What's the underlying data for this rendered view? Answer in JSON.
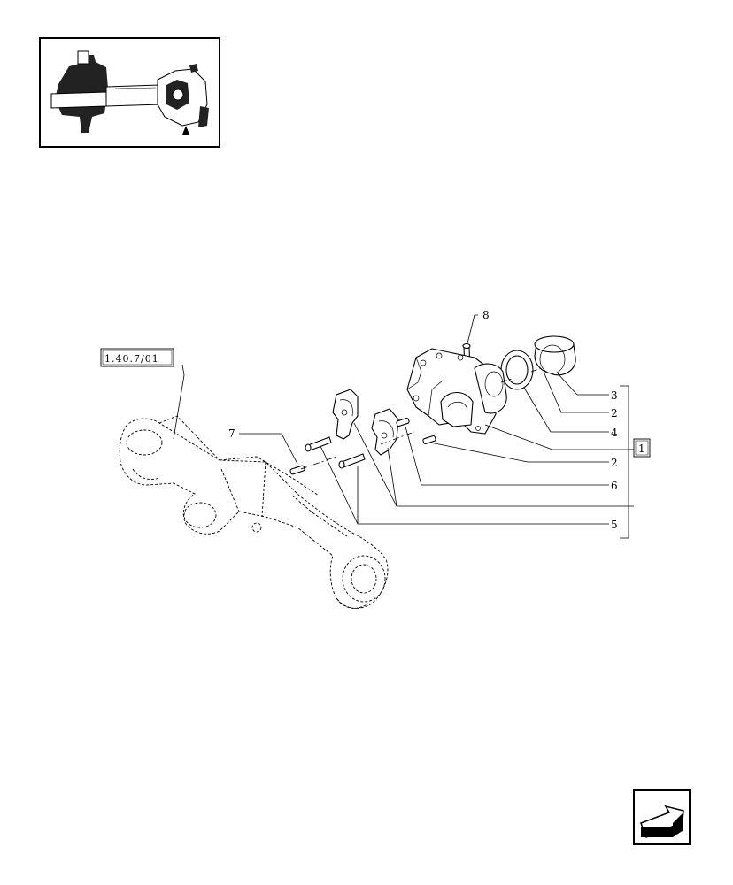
{
  "diagram": {
    "reference_box": "1.40.7/01",
    "group_label": "1",
    "callouts": [
      {
        "id": "c8",
        "text": "8"
      },
      {
        "id": "c7",
        "text": "7"
      },
      {
        "id": "c3",
        "text": "3"
      },
      {
        "id": "c2a",
        "text": "2"
      },
      {
        "id": "c4",
        "text": "4"
      },
      {
        "id": "c2b",
        "text": "2"
      },
      {
        "id": "c6",
        "text": "6"
      },
      {
        "id": "c5",
        "text": "5"
      }
    ]
  },
  "navigation": {
    "next_icon": "arrow-next-page-icon"
  }
}
